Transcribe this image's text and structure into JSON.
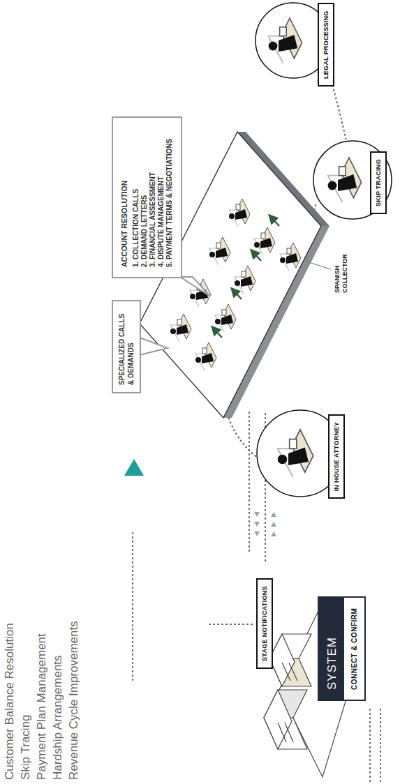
{
  "diagram": {
    "nodes": [
      {
        "text": [
          "STAGE NOTIFICATIONS"
        ]
      },
      {
        "text": [
          "SYSTEM",
          "CONNECT & CONFIRM"
        ]
      },
      {
        "text": [
          "IN HOUSE ATTORNEY"
        ]
      },
      {
        "text": [
          "SPECIALIZED CALLS & DEMANDS"
        ]
      },
      {
        "text": [
          "ACCOUNT RESOLUTION",
          "1. COLLECTION CALLS",
          "2. DEMAND LETTERS",
          "3. FINANCIAL ASSESSMENT",
          "4. DISPUTE MANAGEMENT",
          "5. PAYMENT TERMS & NEGOTIATIONS"
        ]
      },
      {
        "text": [
          "SKIP TRACING"
        ]
      },
      {
        "text": [
          "LEGAL PROCESSING"
        ]
      }
    ],
    "labels": [
      "Customer Balance Resolution",
      "Skip Tracing",
      "Payment Plan Management",
      "Hardship Arrangements",
      "Revenue Cycle Improvements",
      "SPANISH COLLECTOR"
    ]
  }
}
